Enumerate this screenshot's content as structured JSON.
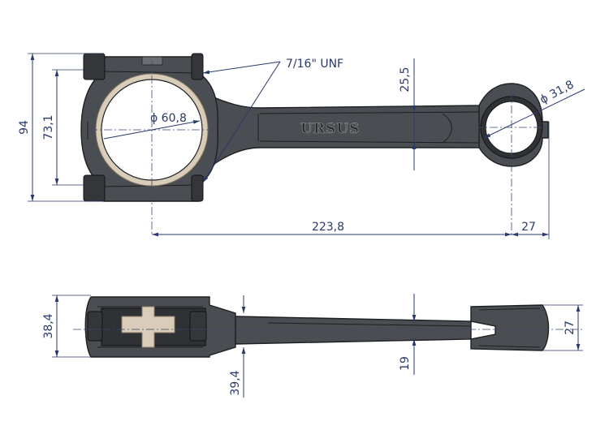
{
  "colors": {
    "dimension": "#2a3a6a",
    "rod_body": "#4a4d52",
    "rod_edge": "#1e1f22",
    "bearing_shell": "#d9ccb8",
    "background": "#ffffff"
  },
  "brand": {
    "logo": "URSUS"
  },
  "front_view": {
    "thread_label": "7/16\" UNF",
    "big_end_diameter": "ϕ 60,8",
    "small_end_diameter": "ϕ 31,8",
    "overall_height": "94",
    "bolt_spacing": "73,1",
    "beam_height": "25,5",
    "center_distance": "223,8",
    "small_end_offset": "27"
  },
  "side_view": {
    "big_end_width": "38,4",
    "cap_width": "39,4",
    "beam_thickness": "19",
    "small_end_width": "27"
  }
}
